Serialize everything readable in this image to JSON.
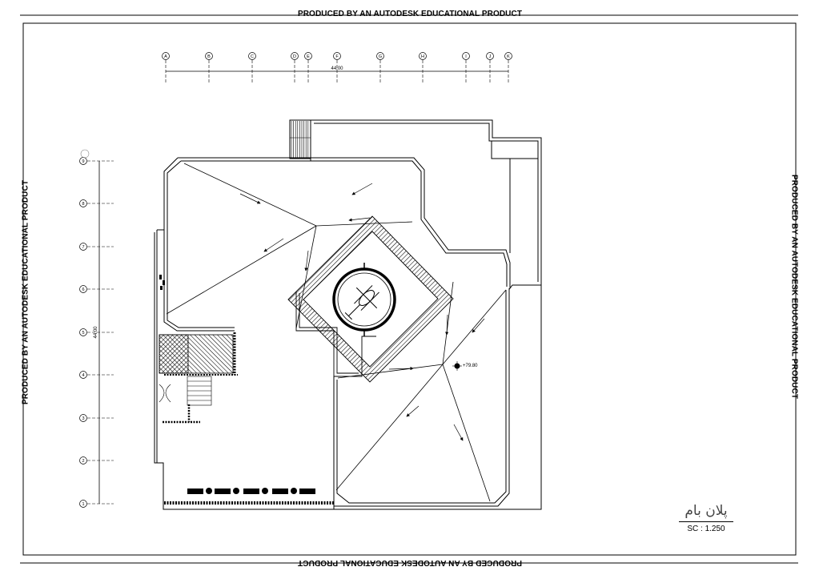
{
  "watermark": "PRODUCED BY AN AUTODESK EDUCATIONAL PRODUCT",
  "grid": {
    "columns": [
      "A",
      "B",
      "C",
      "D",
      "E",
      "F",
      "G",
      "H",
      "I",
      "J",
      "K"
    ],
    "rows": [
      "9",
      "8",
      "7",
      "6",
      "5",
      "4",
      "3",
      "2",
      "1"
    ],
    "overall_width": "44.00",
    "overall_height": "44.00"
  },
  "level_mark": "+79.80",
  "title": {
    "name": "پلان بام",
    "scale": "SC : 1.250"
  }
}
